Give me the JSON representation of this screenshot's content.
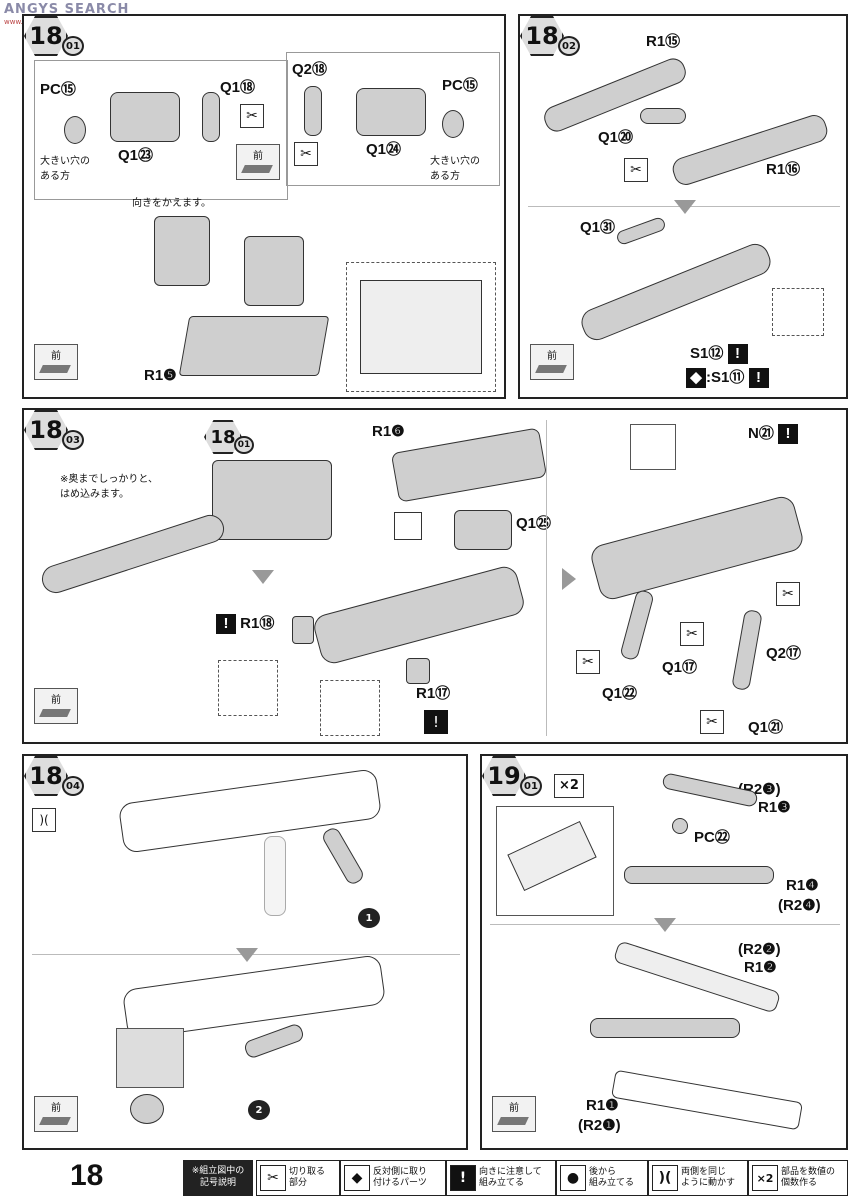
{
  "watermark": "ANGYS SEARCH",
  "watermark_sub": "www.hobbysearch.com",
  "steps": {
    "s18_01": {
      "step": "18",
      "sub": "01",
      "labels": {
        "pc_left": "PC⑮",
        "q1_18": "Q1⑱",
        "q1_23": "Q1㉓",
        "q2_18": "Q2⑱",
        "q1_24": "Q1㉔",
        "pc_right": "PC⑮",
        "r1_5": "R1❺"
      },
      "note_left": "大きい穴の\nある方",
      "note_right": "大きい穴の\nある方",
      "note_orient": "向きをかえます。",
      "front": "前"
    },
    "s18_02": {
      "step": "18",
      "sub": "02",
      "labels": {
        "r1_15": "R1⑮",
        "q1_20": "Q1⑳",
        "r1_16": "R1⑯",
        "q1_31": "Q1㉛",
        "s1_12": "S1⑫",
        "s1_11": ":S1⑪"
      },
      "front": "前"
    },
    "s18_03": {
      "step": "18",
      "sub": "03",
      "ref_step": "18",
      "ref_sub": "01",
      "labels": {
        "r1_6": "R1❻",
        "q1_25": "Q1㉕",
        "r1_18": "R1⑱",
        "r1_17": "R1⑰",
        "n21": "N㉑",
        "q1_17": "Q1⑰",
        "q2_17": "Q2⑰",
        "q1_22": "Q1㉒",
        "q1_21": "Q1㉑"
      },
      "note": "※奥までしっかりと、\nはめ込みます。",
      "front": "前"
    },
    "s18_04": {
      "step": "18",
      "sub": "04",
      "num1": "1",
      "num2": "2",
      "front": "前"
    },
    "s19_01": {
      "step": "19",
      "sub": "01",
      "multiplier": "×2",
      "labels": {
        "r2_3": "(R2❸)",
        "r1_3": "R1❸",
        "pc22": "PC㉒",
        "r1_4": "R1❹",
        "r2_4": "(R2❹)",
        "r2_2": "(R2❷)",
        "r1_2": "R1❷",
        "r1_1": "R1❶",
        "r2_1": "(R2❶)"
      },
      "front": "前"
    }
  },
  "footer": {
    "page_number": "18",
    "legend_title": "※組立図中の\n記号説明",
    "legend": [
      {
        "icon": "cut-icon",
        "glyph": "✂",
        "text": "切り取る\n部分"
      },
      {
        "icon": "both-sides-icon",
        "glyph": "◆",
        "text": "反対側に取り\n付けるパーツ"
      },
      {
        "icon": "caution-icon",
        "glyph": "!",
        "text": "向きに注意して\n組み立てる"
      },
      {
        "icon": "from-back-icon",
        "glyph": "●",
        "text": "後から\n組み立てる"
      },
      {
        "icon": "move-both-icon",
        "glyph": ")(",
        "text": "両側を同じ\nように動かす"
      },
      {
        "icon": "multiply-icon",
        "glyph": "×2",
        "text": "部品を数値の\n個数作る"
      }
    ]
  }
}
